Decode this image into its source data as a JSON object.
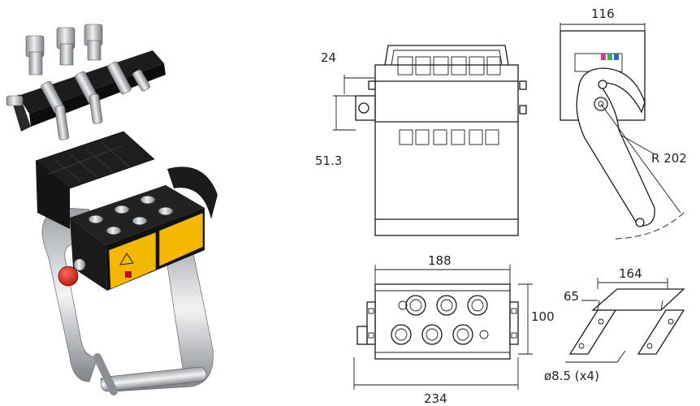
{
  "dimensions": {
    "top_width": "116",
    "offset": "24",
    "side_height": "51.3",
    "radius": "R 202",
    "inner_width": "188",
    "depth": "100",
    "overall_width": "234",
    "bracket_width": "164",
    "bracket_height": "65",
    "hole": "ø8.5  (x4)"
  },
  "colors": {
    "body_black": "#1b1b1b",
    "label_yellow": "#f4b800",
    "chrome": "#b9bcc0",
    "button_red": "#e0261c"
  }
}
